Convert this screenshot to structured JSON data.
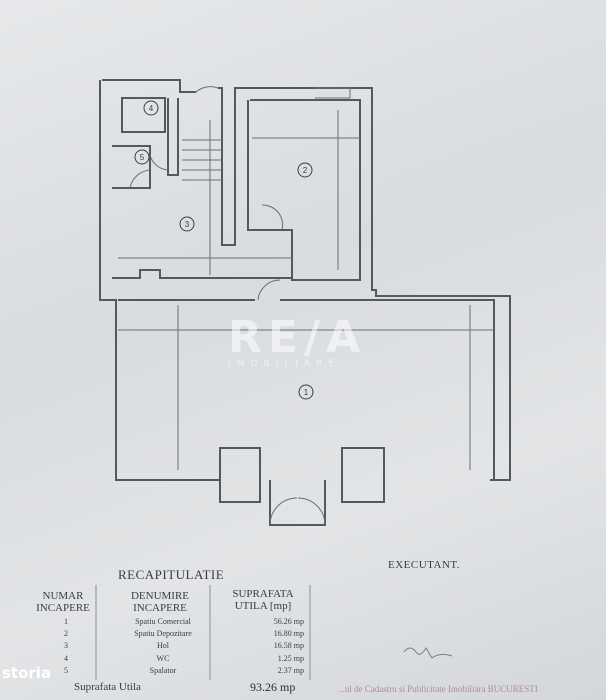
{
  "watermark": {
    "logo": "RE/A",
    "subtitle": "IMOBILIARE"
  },
  "brand_logo": "storia",
  "plan": {
    "room_labels": [
      "1",
      "2",
      "3",
      "4",
      "5"
    ]
  },
  "recap": {
    "title": "RECAPITULATIE",
    "headers": [
      "NUMAR INCAPERE",
      "DENUMIRE INCAPERE",
      "SUPRAFATA UTILA [mp]"
    ],
    "rows": [
      {
        "num": "1",
        "name": "Spatiu Comercial",
        "area": "56.26 mp"
      },
      {
        "num": "2",
        "name": "Spatiu Depozitare",
        "area": "16.80 mp"
      },
      {
        "num": "3",
        "name": "Hol",
        "area": "16.58 mp"
      },
      {
        "num": "4",
        "name": "WC",
        "area": "1.25 mp"
      },
      {
        "num": "5",
        "name": "Spalator",
        "area": "2.37 mp"
      }
    ],
    "total_label": "Suprafata Utila",
    "total_value": "93.26 mp"
  },
  "executant": "EXECUTANT.",
  "stamp": "...ul de Cadastru si Publicitate Imobiliara BUCURESTI"
}
